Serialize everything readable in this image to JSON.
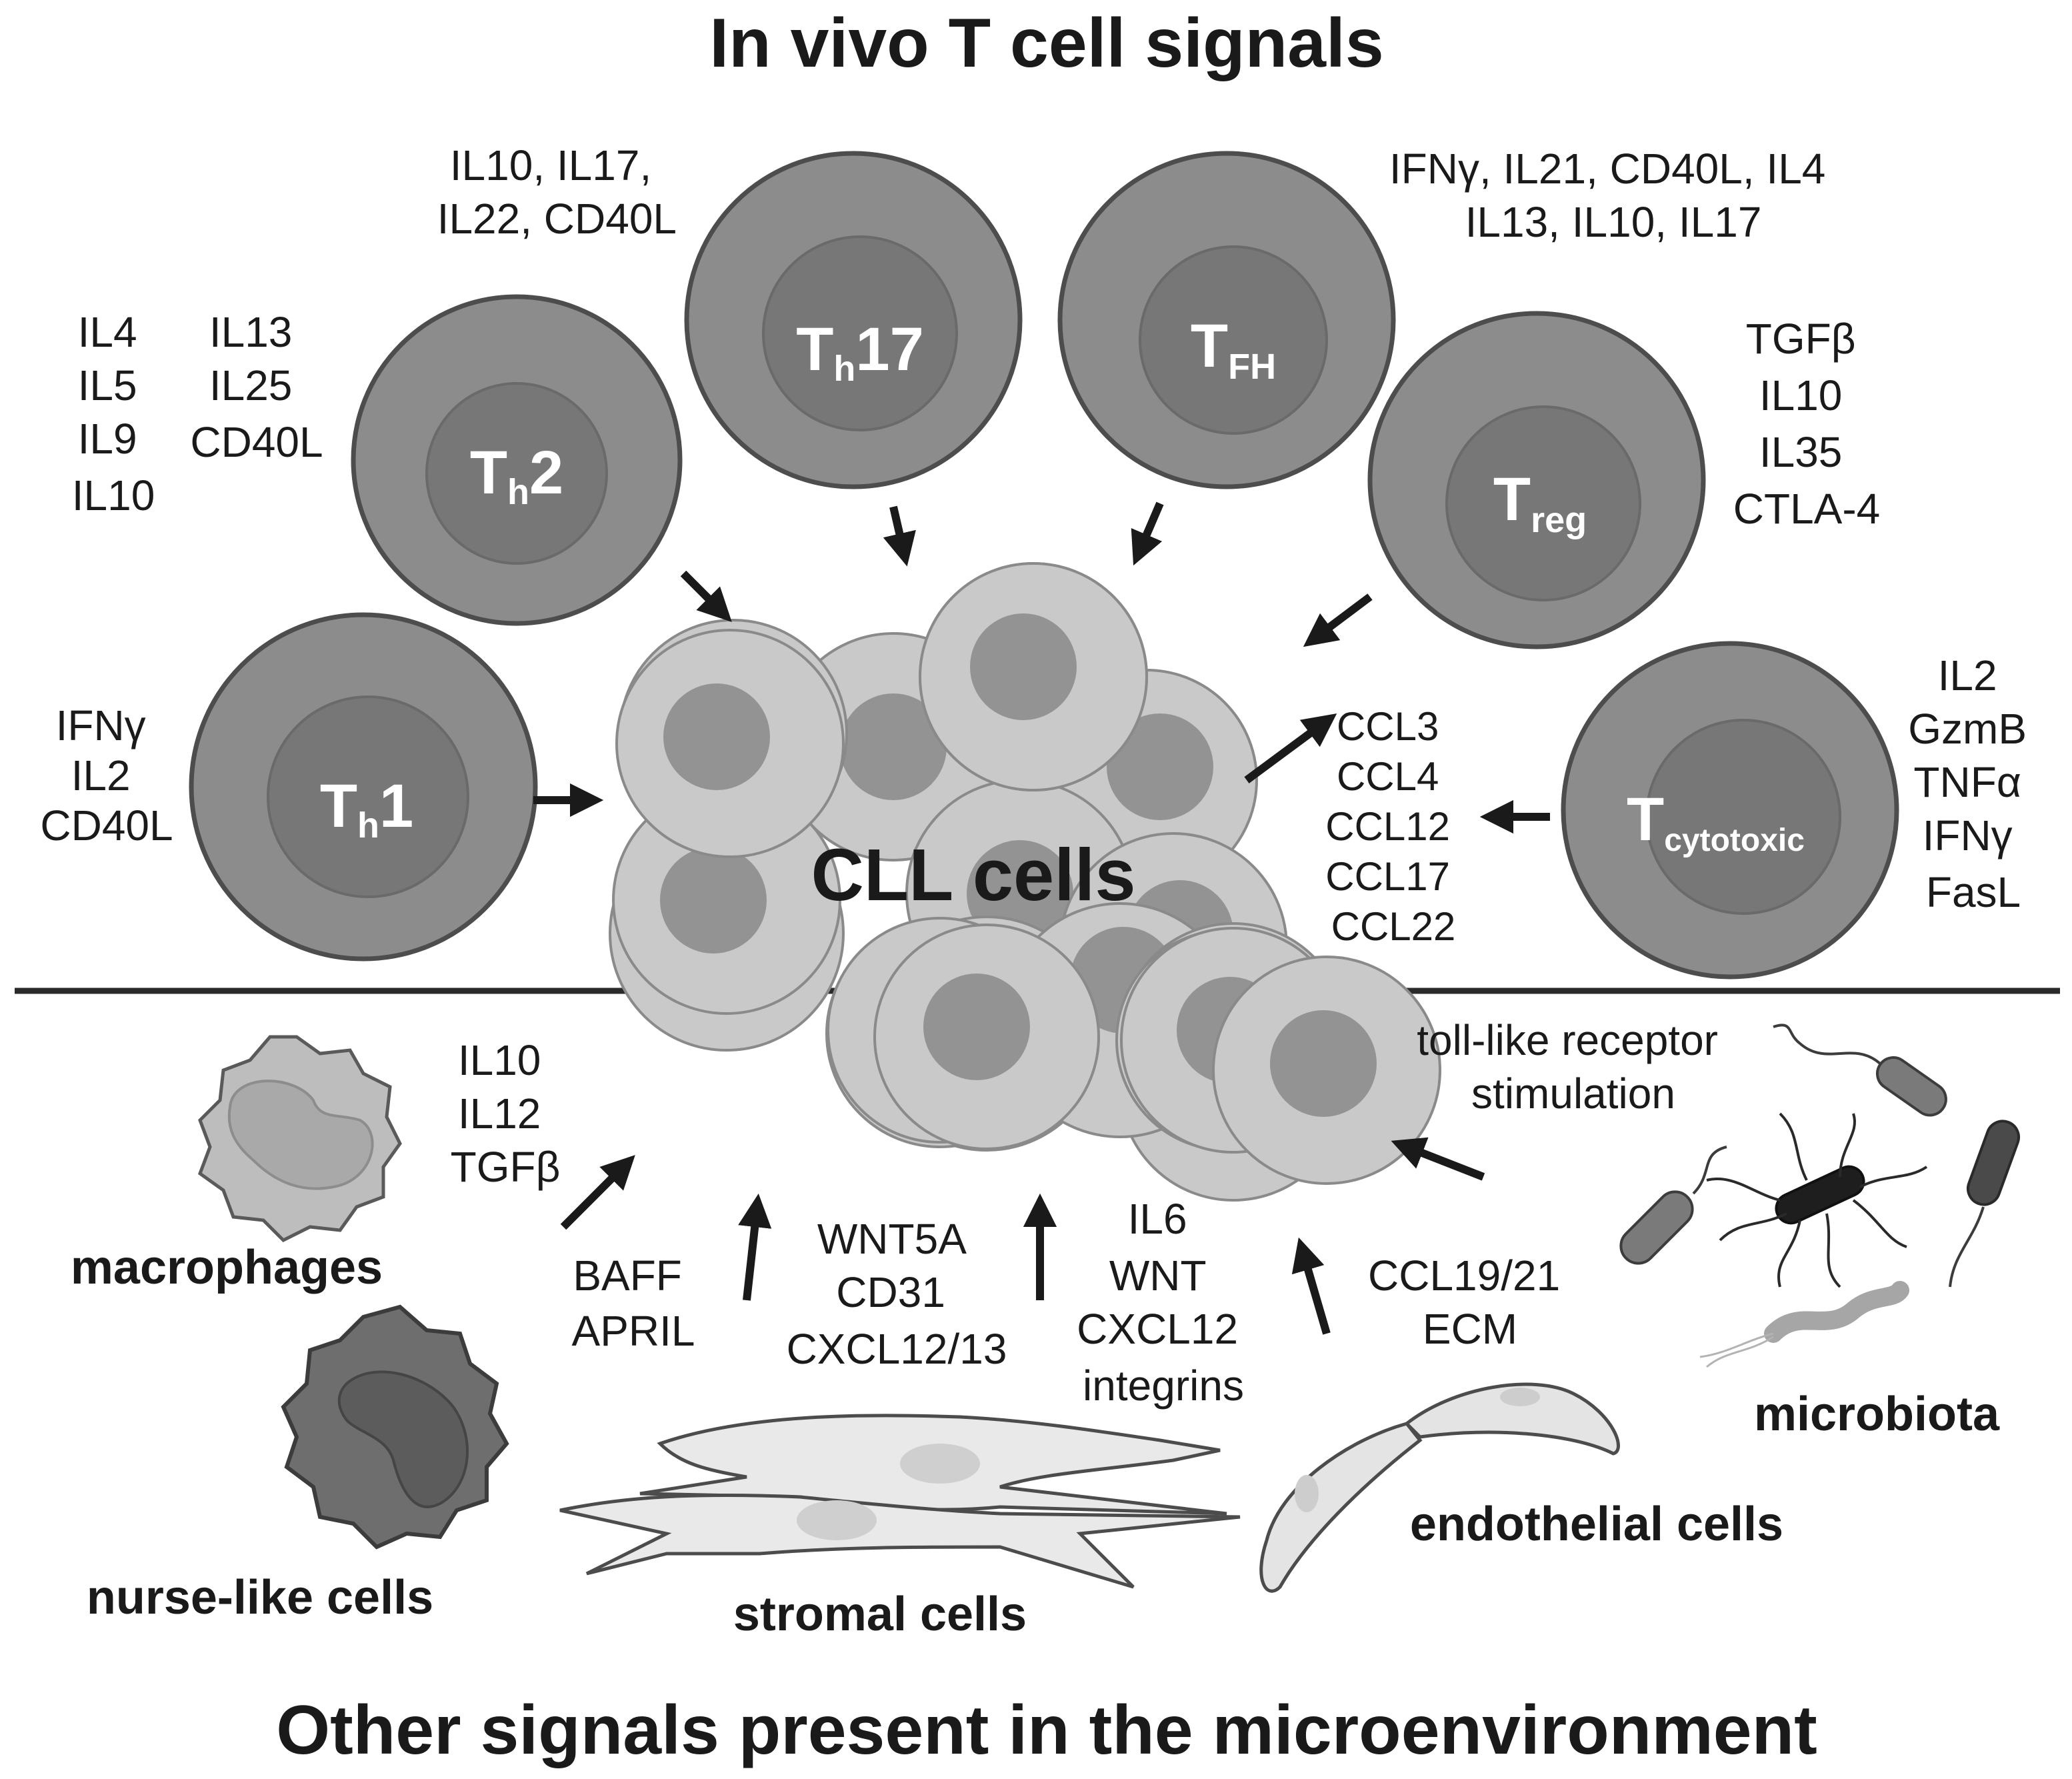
{
  "titles": {
    "top": "In vivo T cell signals",
    "bottom": "Other signals present in the microenvironment"
  },
  "center": {
    "label": "CLL cells"
  },
  "t_cells": {
    "th1": {
      "main": "T",
      "sub": "h",
      "suffix": "1",
      "signals": [
        "IFNγ",
        "IL2",
        "CD40L"
      ]
    },
    "th2": {
      "main": "T",
      "sub": "h",
      "suffix": "2",
      "signals_left": [
        "IL4",
        "IL5",
        "IL9",
        "IL10"
      ],
      "signals_right": [
        "IL13",
        "IL25",
        "CD40L"
      ]
    },
    "th17": {
      "main": "T",
      "sub": "h",
      "suffix": "17",
      "signals": [
        "IL10, IL17,",
        "IL22, CD40L"
      ]
    },
    "tfh": {
      "main": "T",
      "sub": "FH",
      "signals": [
        "IFNγ, IL21, CD40L, IL4",
        "IL13, IL10, IL17"
      ]
    },
    "treg": {
      "main": "T",
      "sub": "reg",
      "signals": [
        "TGFβ",
        "IL10",
        "IL35",
        "CTLA-4"
      ]
    },
    "tcyto": {
      "main": "T",
      "sub": "cytotoxic",
      "signals": [
        "IL2",
        "GzmB",
        "TNFα",
        "IFNγ",
        "FasL"
      ]
    }
  },
  "chemokines": [
    "CCL3",
    "CCL4",
    "CCL12",
    "CCL17",
    "CCL22"
  ],
  "micro": {
    "macrophage_signals": [
      "IL10",
      "IL12",
      "TGFβ"
    ],
    "baff": [
      "BAFF",
      "APRIL"
    ],
    "wnt5a": [
      "WNT5A",
      "CD31",
      "CXCL12/13"
    ],
    "il6": [
      "IL6",
      "WNT",
      "CXCL12",
      "integrins"
    ],
    "ccl19": [
      "CCL19/21",
      "ECM"
    ],
    "tlr": [
      "toll-like receptor",
      "stimulation"
    ]
  },
  "cell_labels": {
    "macrophages": "macrophages",
    "nurse": "nurse-like cells",
    "stromal": "stromal cells",
    "endothelial": "endothelial cells",
    "microbiota": "microbiota"
  },
  "colors": {
    "tcell_outer": "#8c8c8c",
    "tcell_inner": "#767676",
    "tcell_stroke": "#4d4d4d",
    "cll_outer": "#c9c9c9",
    "cll_inner": "#939393",
    "text": "#1a1a1a"
  }
}
